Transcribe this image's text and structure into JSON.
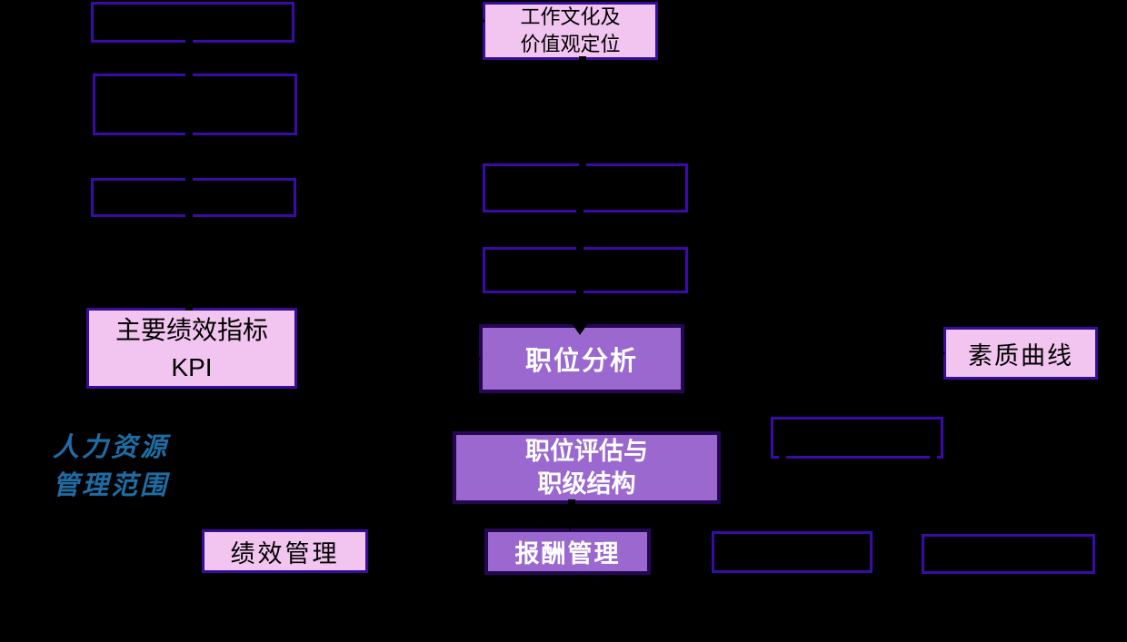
{
  "palette": {
    "bg": "#000000",
    "border_empty": "#3b0ba8",
    "border_pink": "#380d9a",
    "border_purple": "#260753",
    "fill_pink": "#f2c4f0",
    "fill_purple": "#9a68cf",
    "text_dark": "#000000",
    "text_light": "#ffffff",
    "text_blue": "#1e6da4"
  },
  "nodes": {
    "culture": {
      "label": "工作文化及\n价值观定位"
    },
    "kpi": {
      "label": "主要绩效指标\nKPI"
    },
    "job_analysis": {
      "label": "职位分析"
    },
    "competency_curve": {
      "label": "素质曲线"
    },
    "hr_scope": {
      "label": "人力资源\n管理范围"
    },
    "job_evaluation": {
      "label": "职位评估与\n职级结构"
    },
    "performance_mgmt": {
      "label": "绩效管理"
    },
    "compensation_mgmt": {
      "label": "报酬管理"
    }
  }
}
